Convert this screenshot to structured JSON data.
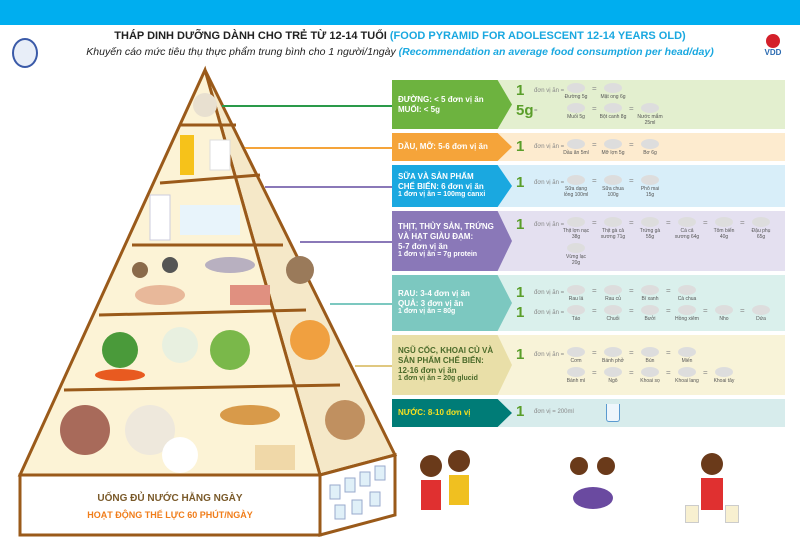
{
  "header": {
    "title_vi": "THÁP DINH DƯỠNG  DÀNH CHO TRẺ TỪ 12-14 TUỔI",
    "title_en": "(FOOD PYRAMID FOR ADOLESCENT  12-14 YEARS OLD)",
    "subtitle_vi": "Khuyến cáo mức tiêu thụ thực phẩm trung bình cho 1 người/1ngày",
    "subtitle_en": "(Recommendation an average food consumption per head/day)",
    "logo_right": "VDD"
  },
  "pyramid": {
    "base_line1": "UỐNG ĐỦ NƯỚC HẰNG NGÀY",
    "base_line2": "HOẠT ĐỘNG THỂ LỰC 60 PHÚT/NGÀY"
  },
  "bands": [
    {
      "l1": "ĐƯỜNG: < 5 đơn vị ăn",
      "l2": "MUỐI: < 5g",
      "l3": "",
      "color": "#6db33f",
      "bg": "#e3efcf",
      "rows": [
        {
          "n": "1",
          "u": "đơn vị ăn =",
          "items": [
            "Đường 5g",
            "Mật ong 6g"
          ]
        },
        {
          "n": "5g",
          "u": "=",
          "items": [
            "Muối 5g",
            "Bột canh 8g",
            "Nước mắm 25ml"
          ]
        }
      ]
    },
    {
      "l1": "DẦU, MỠ: 5-6 đơn vị ăn",
      "l2": "",
      "l3": "",
      "color": "#f5a43a",
      "bg": "#fdebcf",
      "rows": [
        {
          "n": "1",
          "u": "đơn vị ăn =",
          "items": [
            "Dầu ăn 5ml",
            "Mỡ lợn 5g",
            "Bơ 6g"
          ]
        }
      ]
    },
    {
      "l1": "SỮA VÀ SẢN PHẨM",
      "l2": "CHẾ BIẾN: 6 đơn vị ăn",
      "l3": "1 đơn vị ăn = 100mg canxi",
      "color": "#1aa8e0",
      "bg": "#d8eef9",
      "rows": [
        {
          "n": "1",
          "u": "đơn vị ăn =",
          "items": [
            "Sữa dạng lỏng 100ml",
            "Sữa chua 100g",
            "Phô mai 15g"
          ]
        }
      ]
    },
    {
      "l1": "THỊT, THỦY SẢN, TRỨNG VÀ HẠT GIÀU ĐẠM:",
      "l2": "5-7 đơn vị ăn",
      "l3": "1 đơn vị ăn = 7g protein",
      "color": "#8a78b8",
      "bg": "#e4e0f0",
      "rows": [
        {
          "n": "1",
          "u": "đơn vị ăn =",
          "items": [
            "Thịt lợn nạc 38g",
            "Thịt gà cả xương 71g",
            "Trứng gà 55g",
            "Cá cả xương 64g",
            "Tôm biển 40g",
            "Đậu phụ 65g"
          ]
        },
        {
          "n": "",
          "u": "",
          "items": [
            "Vừng lạc 20g"
          ]
        }
      ]
    },
    {
      "l1": "RAU: 3-4 đơn vị ăn",
      "l2": "QUẢ: 3 đơn vị ăn",
      "l3": "1 đơn vị ăn = 80g",
      "color": "#7cc8c0",
      "bg": "#daf0ec",
      "rows": [
        {
          "n": "1",
          "u": "đơn vị ăn =",
          "items": [
            "Rau lá",
            "Rau củ",
            "Bí xanh",
            "Cà chua"
          ]
        },
        {
          "n": "1",
          "u": "đơn vị ăn =",
          "items": [
            "Táo",
            "Chuối",
            "Bưởi",
            "Hồng xiêm",
            "Nho",
            "Dứa"
          ]
        }
      ]
    },
    {
      "l1": "NGŨ CỐC, KHOAI CỦ VÀ SẢN PHẨM CHẾ BIẾN:",
      "l2": "12-16 đơn vị ăn",
      "l3": "1 đơn vị ăn = 20g glucid",
      "color": "#e9dfa8",
      "bg": "#f8f3d8",
      "rows": [
        {
          "n": "1",
          "u": "đơn vị ăn =",
          "items": [
            "Cơm",
            "Bánh phở",
            "Bún",
            "Miến"
          ]
        },
        {
          "n": "",
          "u": "",
          "items": [
            "Bánh mì",
            "Ngô",
            "Khoai sọ",
            "Khoai lang",
            "Khoai tây"
          ]
        }
      ]
    },
    {
      "l1": "NƯỚC: 8-10 đơn vị",
      "l2": "",
      "l3": "",
      "color": "#007c77",
      "bg": "#d7ecec",
      "rows": [
        {
          "n": "1",
          "u": "đơn vị = 200ml",
          "items": []
        }
      ]
    }
  ]
}
